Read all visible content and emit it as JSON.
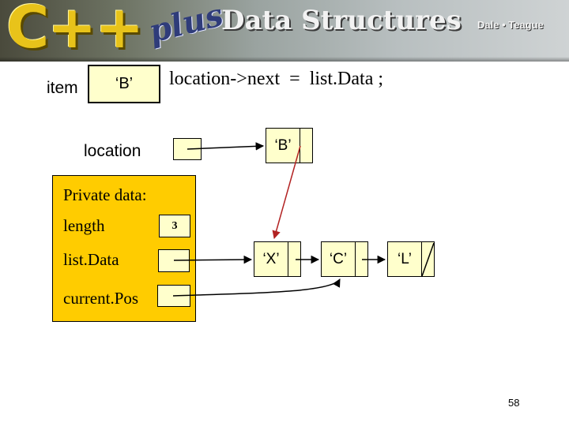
{
  "header": {
    "logo_cpp": "C++",
    "logo_plus": "plus",
    "title": "Data Structures",
    "authors": "Dale • Teague"
  },
  "item": {
    "label": "item",
    "value": "‘B’"
  },
  "statement": "location->next  =  list.Data ;",
  "location": {
    "label": "location"
  },
  "nodes": {
    "location_node": "‘B’",
    "list": [
      "‘X’",
      "‘C’",
      "‘L’"
    ]
  },
  "private_data": {
    "heading": "Private data:",
    "length_label": "length",
    "length_value": "3",
    "listdata_label": "list.Data",
    "currentpos_label": "current.Pos"
  },
  "colors": {
    "panel": "#ffcc00",
    "box_fill": "#ffffcc",
    "red_arrow": "#b22222"
  },
  "page_number": "58"
}
